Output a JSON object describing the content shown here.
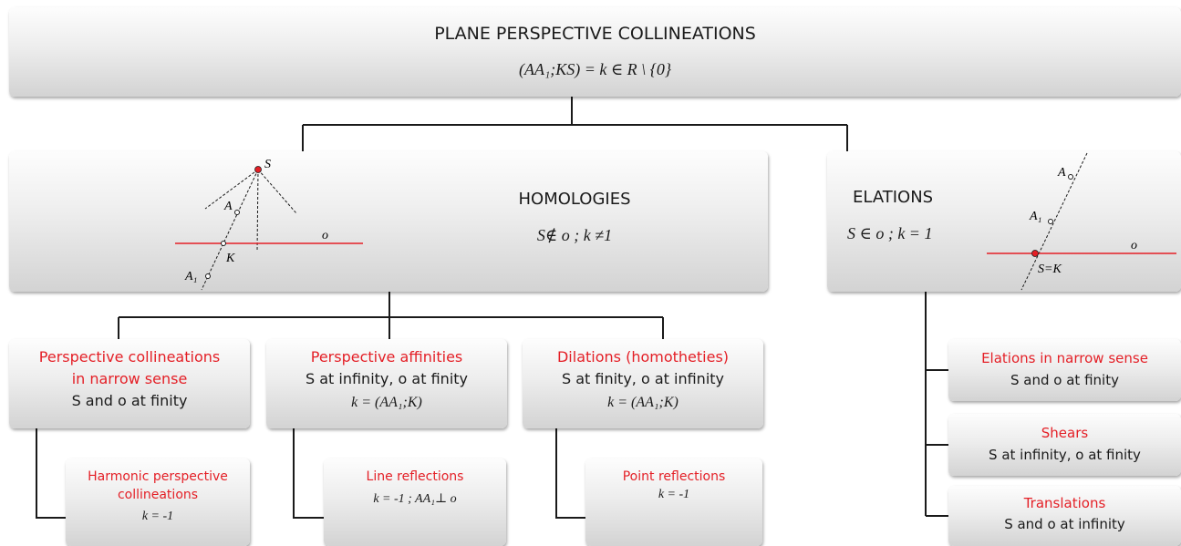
{
  "root": {
    "title": "PLANE PERSPECTIVE COLLINEATIONS",
    "formula": "(AA₁;KS) = k ∈ R \\ {0}"
  },
  "homologies": {
    "title": "HOMOLOGIES",
    "condition": "S∉ o ; k ≠1",
    "figure": {
      "label_S": "S",
      "label_A": "A",
      "label_A1": "A₁",
      "label_K": "K",
      "label_o": "o"
    }
  },
  "elations": {
    "title": "ELATIONS",
    "condition": "S ∈ o ; k = 1",
    "figure": {
      "label_A": "A",
      "label_A1": "A₁",
      "label_o": "o",
      "label_SK": "S=K"
    }
  },
  "homology_types": [
    {
      "title_line1": "Perspective collineations",
      "title_line2": "in narrow sense",
      "desc": "S and o at finity",
      "child": {
        "title_line1": "Harmonic perspective",
        "title_line2": "collineations",
        "formula": "k = -1"
      }
    },
    {
      "title": "Perspective affinities",
      "desc": "S at infinity, o at finity",
      "formula": "k = (AA₁;K)",
      "child": {
        "title": "Line reflections",
        "formula": "k = -1 ;  AA₁⊥ o"
      }
    },
    {
      "title": "Dilations (homotheties)",
      "desc": "S at finity, o at infinity",
      "formula": "k = (AA₁;K)",
      "child": {
        "title": "Point reflections",
        "formula": "k = -1"
      }
    }
  ],
  "elation_types": [
    {
      "title": "Elations in narrow sense",
      "desc": "S and o at finity"
    },
    {
      "title": "Shears",
      "desc": "S at infinity, o at finity"
    },
    {
      "title": "Translations",
      "desc": "S and o at infinity"
    }
  ],
  "colors": {
    "accent_red": "#e41f26",
    "connector": "#1a1a1a",
    "box_top": "#fdfdfd",
    "box_bottom": "#d3d3d3"
  }
}
